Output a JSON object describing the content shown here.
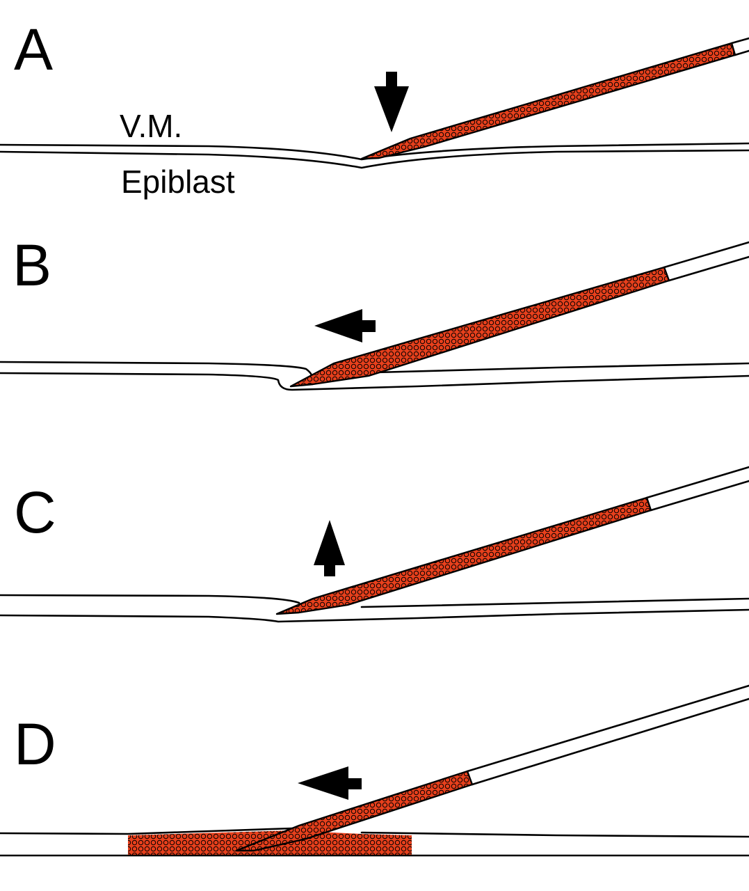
{
  "labels": {
    "vm": "V.M.",
    "epiblast": "Epiblast"
  },
  "panels": [
    {
      "letter": "A",
      "arrow": "down"
    },
    {
      "letter": "B",
      "arrow": "left"
    },
    {
      "letter": "C",
      "arrow": "up"
    },
    {
      "letter": "D",
      "arrow": "left"
    }
  ],
  "colors": {
    "cells": "#e8401c",
    "outline": "#000000",
    "background": "#ffffff"
  }
}
